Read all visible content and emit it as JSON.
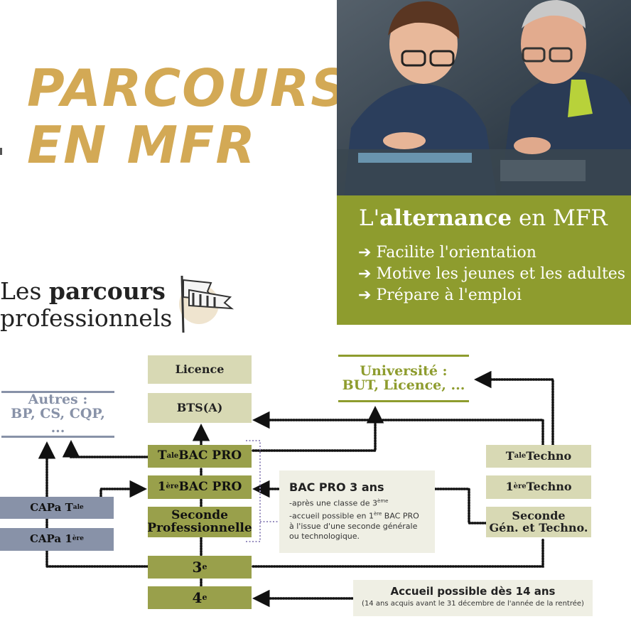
{
  "title": {
    "line1": "PARCOURS",
    "line2": "EN MFR"
  },
  "alternance": {
    "head_prefix": "L'",
    "head_bold": "alternance",
    "head_suffix": " en MFR",
    "bullets": [
      "Facilite l'orientation",
      "Motive les jeunes et les adultes",
      "Prépare à l'emploi"
    ]
  },
  "parcours": {
    "line1_prefix": "Les ",
    "line1_bold": "parcours",
    "line2": "professionnels"
  },
  "center": {
    "licence": "Licence",
    "bts": "BTS(A)",
    "tale_bac_sup": "ale",
    "tale_bac_t": "T",
    "tale_bac_rest": " BAC PRO",
    "first_bac_num": "1",
    "first_bac_sup": "ère",
    "first_bac_rest": " BAC PRO",
    "seconde_line1": "Seconde",
    "seconde_line2": "Professionnelle",
    "troisieme_num": "3",
    "troisieme_sup": "e",
    "quatrieme_num": "4",
    "quatrieme_sup": "e"
  },
  "universite": {
    "line1": "Université :",
    "line2": "BUT, Licence, ..."
  },
  "autres": {
    "line1": "Autres :",
    "line2": "BP, CS, CQP, ..."
  },
  "capa": {
    "tale_prefix": "CAPa T",
    "tale_sup": "ale",
    "first_prefix": "CAPa 1",
    "first_sup": "ère"
  },
  "techno": {
    "tale_t": "T",
    "tale_sup": "ale",
    "tale_rest": " Techno",
    "first_num": "1",
    "first_sup": "ère",
    "first_rest": " Techno",
    "seconde_line1": "Seconde",
    "seconde_line2": "Gén. et Techno."
  },
  "bacpro_info": {
    "title": "BAC PRO 3 ans",
    "item1_text": "après une classe de 3",
    "item1_sup": "ème",
    "item2_text_a": "accueil possible en 1",
    "item2_sup": "ère",
    "item2_text_b": " BAC PRO",
    "item2_line2": "à l'issue d'une seconde générale",
    "item2_line3": "ou technologique."
  },
  "accueil": {
    "title": "Accueil possible dès 14 ans",
    "subtitle": "(14 ans acquis avant le 31 décembre de l'année de la rentrée)"
  },
  "colors": {
    "gold": "#d3a955",
    "olive_panel": "#8e9c2e",
    "olive_box": "#99a04b",
    "pale_box": "#d8d9b4",
    "slate_box": "#8892a8",
    "info_bg": "#efefe4"
  },
  "icons": [
    "arrow-right-icon",
    "pennant-flags-icon"
  ]
}
